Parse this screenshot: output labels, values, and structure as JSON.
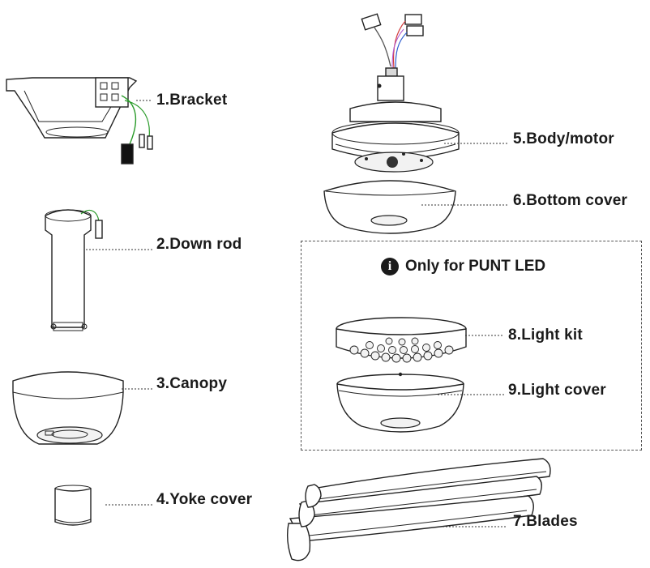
{
  "parts": [
    {
      "id": "bracket",
      "label": "1.Bracket"
    },
    {
      "id": "down-rod",
      "label": "2.Down rod"
    },
    {
      "id": "canopy",
      "label": "3.Canopy"
    },
    {
      "id": "yoke-cover",
      "label": "4.Yoke cover"
    },
    {
      "id": "body-motor",
      "label": "5.Body/motor"
    },
    {
      "id": "bottom-cover",
      "label": "6.Bottom cover"
    },
    {
      "id": "light-kit",
      "label": "8.Light kit"
    },
    {
      "id": "light-cover",
      "label": "9.Light cover"
    },
    {
      "id": "blades",
      "label": "7.Blades"
    }
  ],
  "note": {
    "icon": "info-icon",
    "glyph": "i",
    "text": "Only for PUNT LED"
  }
}
